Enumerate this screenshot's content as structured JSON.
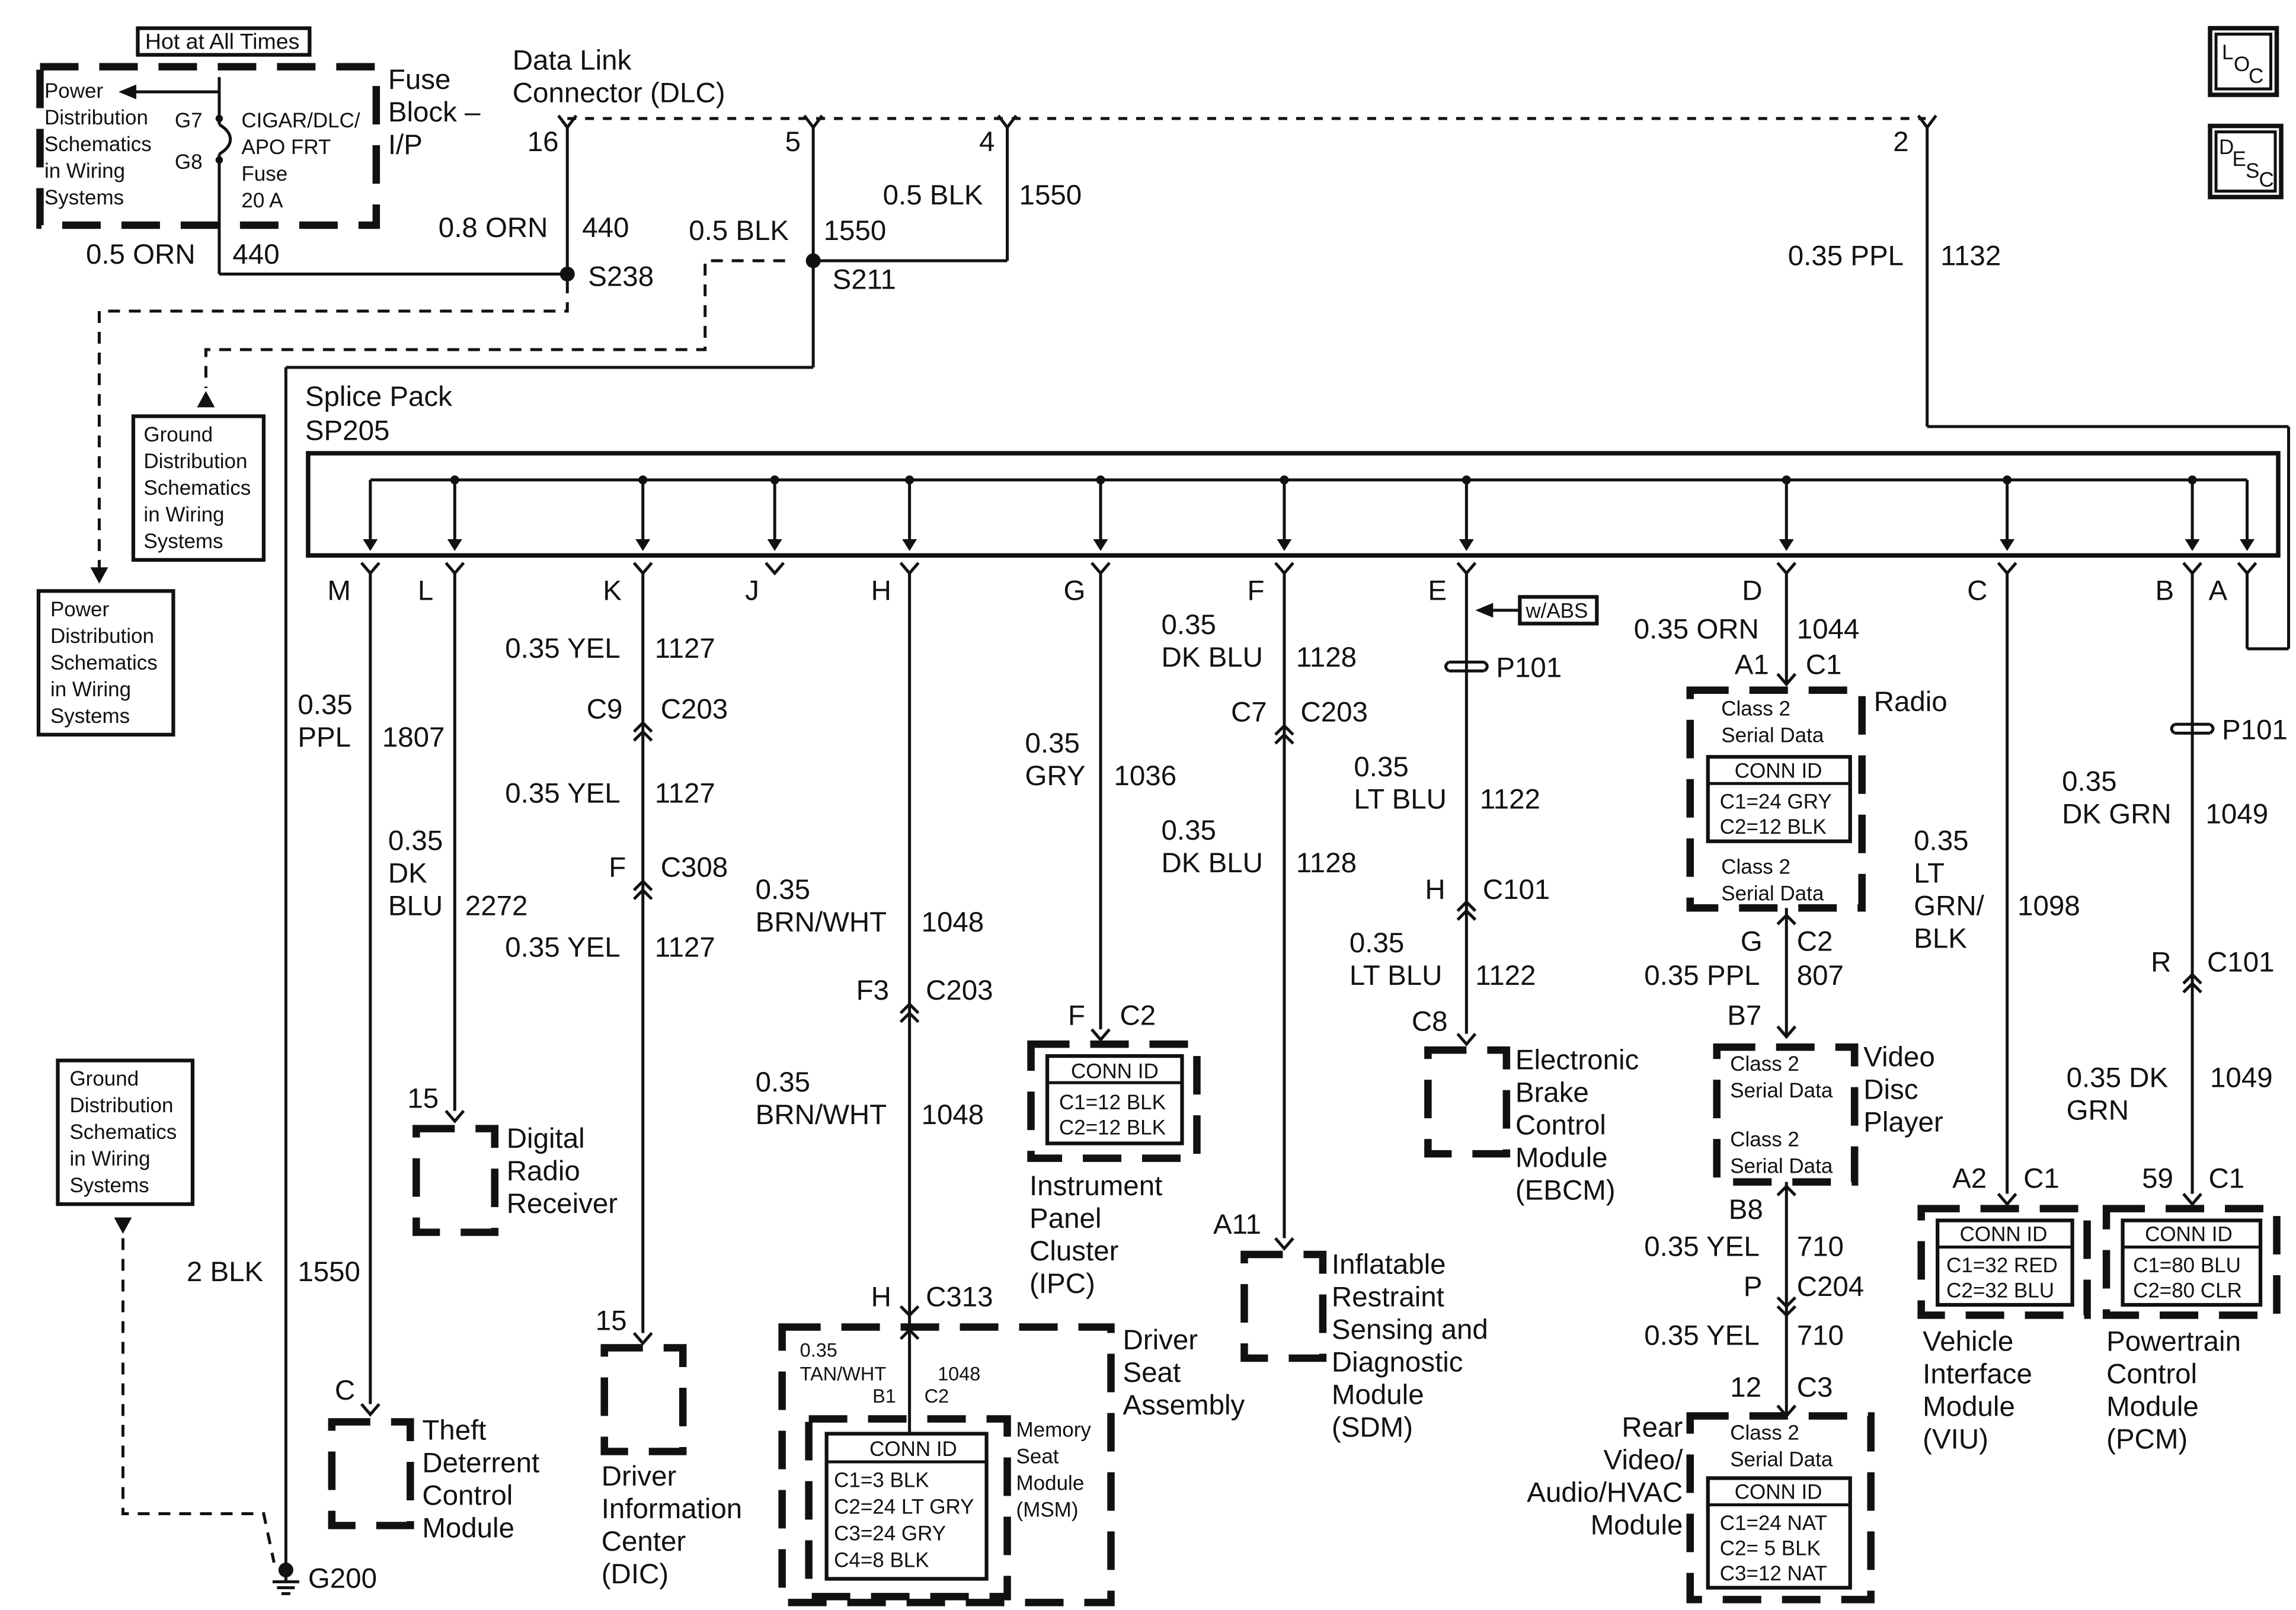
{
  "logos": {
    "loc": "LOC",
    "desc": "DESC"
  },
  "fuse": {
    "hot": "Hot at All Times",
    "pd1": "Power",
    "pd2": "Distribution",
    "pd3": "Schematics",
    "pd4": "in Wiring",
    "pd5": "Systems",
    "g7": "G7",
    "g8": "G8",
    "n1": "CIGAR/DLC/",
    "n2": "APO FRT",
    "n3": "Fuse",
    "n4": "20 A",
    "fb1": "Fuse",
    "fb2": "Block –",
    "fb3": "I/P",
    "w1": "0.5 ORN",
    "c1": "440"
  },
  "dlc": {
    "t1": "Data Link",
    "t2": "Connector (DLC)",
    "p16": "16",
    "p5": "5",
    "p4": "4",
    "p2": "2",
    "w16": "0.8 ORN",
    "c16": "440",
    "w5": "0.5 BLK",
    "c5": "1550",
    "w4": "0.5 BLK",
    "c4": "1550",
    "w2": "0.35 PPL",
    "c2": "1132",
    "s238": "S238",
    "s211": "S211"
  },
  "grd1": {
    "l1": "Ground",
    "l2": "Distribution",
    "l3": "Schematics",
    "l4": "in Wiring",
    "l5": "Systems"
  },
  "pdist2": {
    "l1": "Power",
    "l2": "Distribution",
    "l3": "Schematics",
    "l4": "in Wiring",
    "l5": "Systems"
  },
  "grd2": {
    "l1": "Ground",
    "l2": "Distribution",
    "l3": "Schematics",
    "l4": "in Wiring",
    "l5": "Systems"
  },
  "splice": {
    "t1": "Splice Pack",
    "t2": "SP205",
    "M": "M",
    "L": "L",
    "K": "K",
    "J": "J",
    "H": "H",
    "G": "G",
    "F": "F",
    "E": "E",
    "D": "D",
    "C": "C",
    "B": "B",
    "A": "A"
  },
  "gnd": {
    "w": "2 BLK",
    "c": "1550",
    "g": "G200"
  },
  "m": {
    "w1": "0.35",
    "w2": "PPL",
    "c": "1807",
    "pin": "C",
    "n1": "Theft",
    "n2": "Deterrent",
    "n3": "Control",
    "n4": "Module"
  },
  "l": {
    "w1": "0.35",
    "w2": "DK",
    "w3": "BLU",
    "c": "2272",
    "pin": "15",
    "n1": "Digital",
    "n2": "Radio",
    "n3": "Receiver"
  },
  "k": {
    "w1": "0.35 YEL",
    "c1": "1127",
    "p1": "C9",
    "cn1": "C203",
    "w2": "0.35 YEL",
    "c2": "1127",
    "p2": "F",
    "cn2": "C308",
    "w3": "0.35 YEL",
    "c3": "1127",
    "pin": "15",
    "n1": "Driver",
    "n2": "Information",
    "n3": "Center",
    "n4": "(DIC)"
  },
  "h": {
    "w1": "0.35",
    "w2": "BRN/WHT",
    "c1": "1048",
    "p1": "F3",
    "cn1": "C203",
    "w3": "0.35",
    "w4": "BRN/WHT",
    "c2": "1048",
    "p2": "H",
    "cn2": "C313",
    "s1": "0.35",
    "s2": "TAN/WHT",
    "sc": "1048",
    "sp": "B1",
    "scn": "C2",
    "n1": "Driver",
    "n2": "Seat",
    "n3": "Assembly",
    "m1": "Memory",
    "m2": "Seat",
    "m3": "Module",
    "m4": "(MSM)",
    "cid": "CONN ID",
    "r1": "C1=3 BLK",
    "r2": "C2=24 LT GRY",
    "r3": "C3=24 GRY",
    "r4": "C4=8 BLK"
  },
  "g": {
    "w1": "0.35",
    "w2": "GRY",
    "c": "1036",
    "pin": "F",
    "cn": "C2",
    "cid": "CONN ID",
    "r1": "C1=12 BLK",
    "r2": "C2=12 BLK",
    "n1": "Instrument",
    "n2": "Panel",
    "n3": "Cluster",
    "n4": "(IPC)"
  },
  "f": {
    "w1": "0.35",
    "w2": "DK BLU",
    "c1": "1128",
    "p1": "C7",
    "cn1": "C203",
    "w3": "0.35",
    "w4": "DK BLU",
    "c2": "1128",
    "pin": "A11",
    "n1": "Inflatable",
    "n2": "Restraint",
    "n3": "Sensing and",
    "n4": "Diagnostic",
    "n5": "Module",
    "n6": "(SDM)"
  },
  "e": {
    "abs": "w/ABS",
    "p101": "P101",
    "w1": "0.35",
    "w2": "LT BLU",
    "c1": "1122",
    "p1": "H",
    "cn1": "C101",
    "w3": "0.35",
    "w4": "LT BLU",
    "c2": "1122",
    "pin": "C8",
    "n1": "Electronic",
    "n2": "Brake",
    "n3": "Control",
    "n4": "Module",
    "n5": "(EBCM)"
  },
  "d": {
    "w1": "0.35 ORN",
    "c1": "1044",
    "p1": "A1",
    "cn1": "C1",
    "radio": "Radio",
    "cs1": "Class 2",
    "cs2": "Serial Data",
    "cid": "CONN ID",
    "r1": "C1=24 GRY",
    "r2": "C2=12 BLK",
    "cs3": "Class 2",
    "cs4": "Serial Data",
    "p2": "G",
    "cn2": "C2",
    "w2": "0.35 PPL",
    "c2": "807",
    "p3": "B7",
    "v1": "Video",
    "v2": "Disc",
    "v3": "Player",
    "vc1": "Class 2",
    "vc2": "Serial Data",
    "vc3": "Class 2",
    "vc4": "Serial Data",
    "p4": "B8",
    "w3": "0.35 YEL",
    "c3": "710",
    "p5": "P",
    "cn5": "C204",
    "w4": "0.35 YEL",
    "c4": "710",
    "p6": "12",
    "cn6": "C3",
    "rv1": "Rear",
    "rv2": "Video/",
    "rv3": "Audio/HVAC",
    "rv4": "Module",
    "rc1": "Class 2",
    "rc2": "Serial Data",
    "rcid": "CONN ID",
    "rr1": "C1=24 NAT",
    "rr2": "C2= 5 BLK",
    "rr3": "C3=12 NAT"
  },
  "c": {
    "w1": "0.35",
    "w2": "LT",
    "w3": "GRN/",
    "w4": "BLK",
    "c": "1098",
    "pin": "A2",
    "cn": "C1",
    "cid": "CONN ID",
    "r1": "C1=32 RED",
    "r2": "C2=32 BLU",
    "n1": "Vehicle",
    "n2": "Interface",
    "n3": "Module",
    "n4": "(VIU)"
  },
  "b": {
    "p101": "P101",
    "w1": "0.35",
    "w2": "DK GRN",
    "c1": "1049",
    "p1": "R",
    "cn1": "C101",
    "w3": "0.35 DK",
    "w4": "GRN",
    "c2": "1049",
    "pin": "59",
    "cn": "C1",
    "cid": "CONN ID",
    "r1": "C1=80 BLU",
    "r2": "C2=80 CLR",
    "n1": "Powertrain",
    "n2": "Control",
    "n3": "Module",
    "n4": "(PCM)"
  }
}
